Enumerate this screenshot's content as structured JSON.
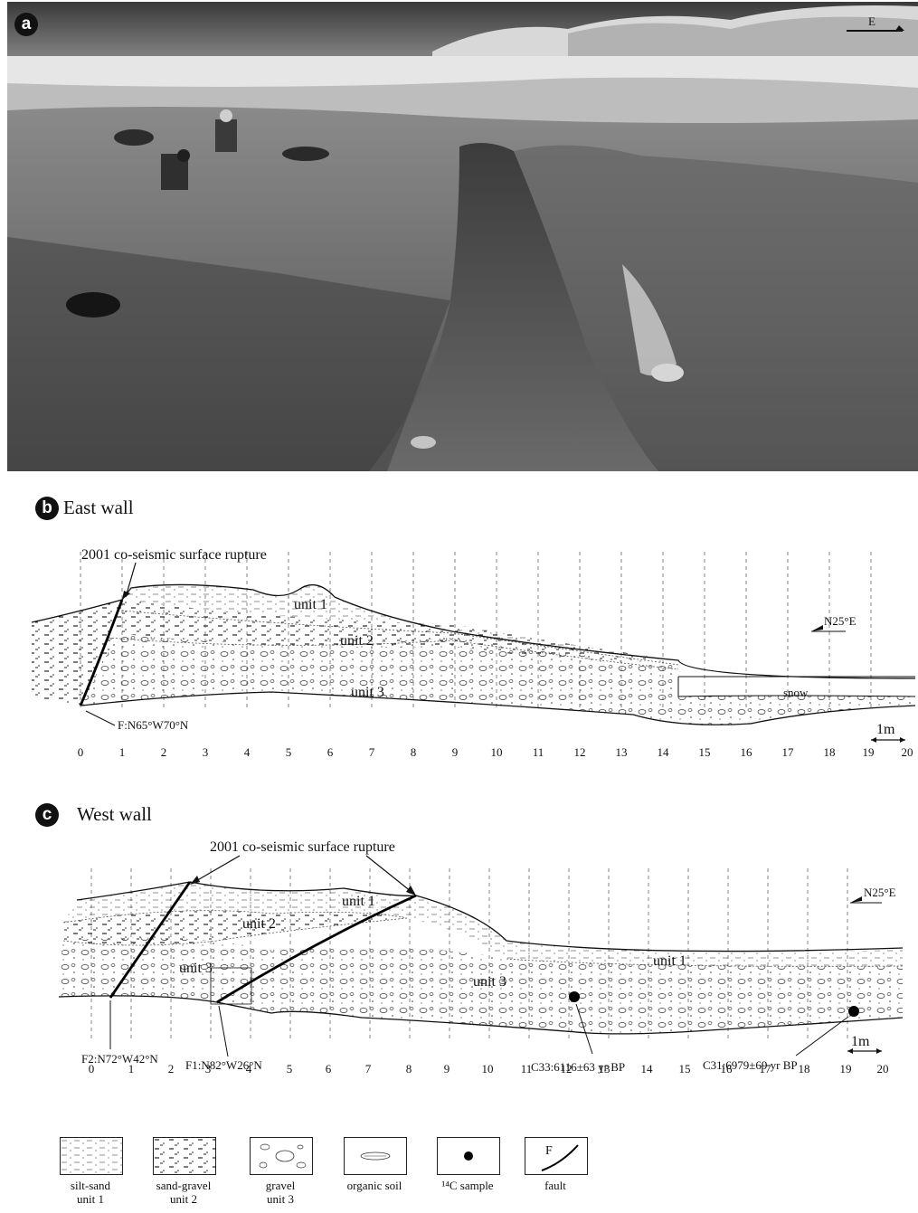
{
  "panel_a": {
    "badge": "a",
    "direction_label": "E"
  },
  "panel_b": {
    "badge": "b",
    "title": "East wall",
    "rupture_label": "2001 co-seismic surface rupture",
    "units": [
      "unit 1",
      "unit 2",
      "unit 3"
    ],
    "snow_label": "snow",
    "orientation": "N25°E",
    "fault_label": "F:N65°W70°N",
    "scale_label": "1m",
    "ticks": [
      "0",
      "1",
      "2",
      "3",
      "4",
      "5",
      "6",
      "7",
      "8",
      "9",
      "10",
      "11",
      "12",
      "13",
      "14",
      "15",
      "16",
      "17",
      "18",
      "19",
      "20"
    ]
  },
  "panel_c": {
    "badge": "c",
    "title": "West wall",
    "rupture_label": "2001 co-seismic surface rupture",
    "units": [
      "unit 1",
      "unit 2",
      "unit 3",
      "unit 1",
      "unit 3"
    ],
    "orientation": "N25°E",
    "fault_labels": [
      "F2:N72°W42°N",
      "F1:N82°W26°N"
    ],
    "samples": [
      "C33:6116±63 yr BP",
      "C31:6979±69 yr BP"
    ],
    "scale_label": "1m",
    "ticks": [
      "0",
      "1",
      "2",
      "3",
      "4",
      "5",
      "6",
      "7",
      "8",
      "9",
      "10",
      "11",
      "12",
      "13",
      "14",
      "15",
      "16",
      "17",
      "18",
      "19",
      "20"
    ]
  },
  "legend": [
    {
      "label1": "silt-sand",
      "label2": "unit 1",
      "icon": "silt-sand-pattern"
    },
    {
      "label1": "sand-gravel",
      "label2": "unit 2",
      "icon": "sand-gravel-pattern"
    },
    {
      "label1": "gravel",
      "label2": "unit 3",
      "icon": "gravel-pattern"
    },
    {
      "label1": "organic soil",
      "label2": "",
      "icon": "organic-soil-pattern"
    },
    {
      "label1": "¹⁴C sample",
      "label2": "",
      "icon": "c14-dot"
    },
    {
      "label1": "fault",
      "label2": "",
      "icon": "fault-line",
      "symbol": "F"
    }
  ]
}
